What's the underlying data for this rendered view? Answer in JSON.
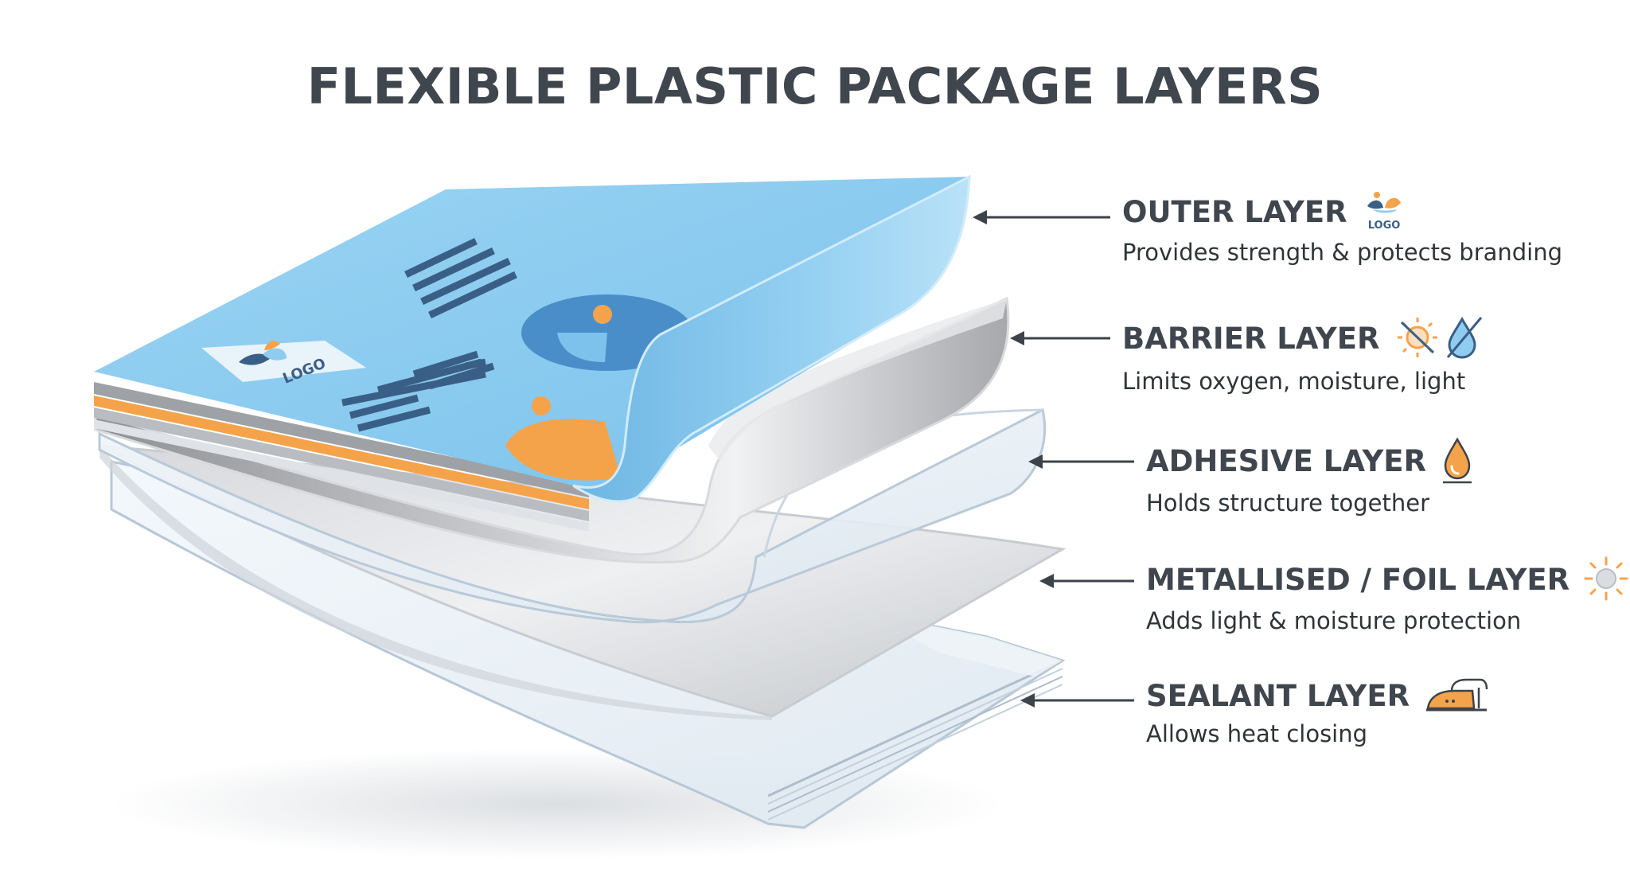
{
  "title": "FLEXIBLE PLASTIC PACKAGE LAYERS",
  "illustration": {
    "logo_text": "LOGO"
  },
  "layers": [
    {
      "name": "OUTER LAYER",
      "description": "Provides strength & protects branding",
      "icon": "logo-icon",
      "icon_text": "LOGO"
    },
    {
      "name": "BARRIER LAYER",
      "description": "Limits oxygen, moisture, light",
      "icon": "no-sun-no-water-icon"
    },
    {
      "name": "ADHESIVE LAYER",
      "description": "Holds structure together",
      "icon": "glue-drop-icon"
    },
    {
      "name": "METALLISED / FOIL LAYER",
      "description": "Adds light & moisture protection",
      "icon": "light-icon"
    },
    {
      "name": "SEALANT LAYER",
      "description": "Allows heat closing",
      "icon": "iron-icon"
    }
  ],
  "colors": {
    "title": "#40464d",
    "outer_layer": "#8fcdf0",
    "accent_orange": "#f5a34a",
    "navy": "#3a5f86",
    "barrier_layer": "#b7b9bd",
    "arrow": "#3d434a"
  }
}
